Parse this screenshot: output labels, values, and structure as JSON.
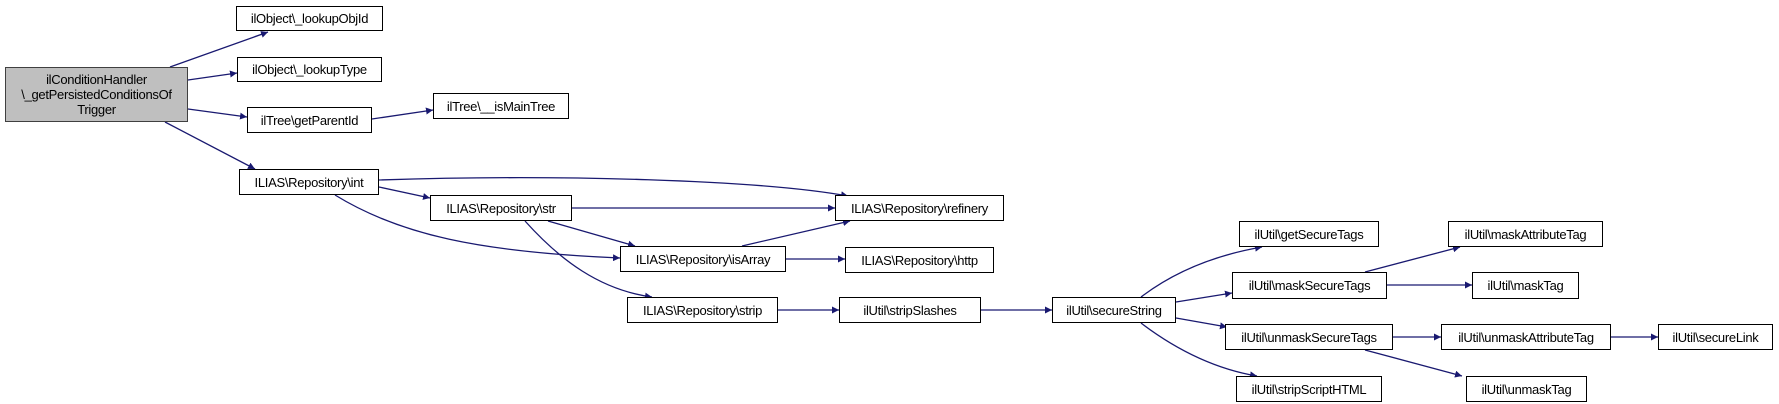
{
  "colors": {
    "edge": "#191970",
    "root_fill": "#bfbfbf",
    "node_fill": "#ffffff"
  },
  "nodes": {
    "root": {
      "lines": [
        "ilConditionHandler",
        "\\_getPersistedConditionsOf",
        "Trigger"
      ]
    },
    "lookupObjId": {
      "label": "ilObject\\_lookupObjId"
    },
    "lookupType": {
      "label": "ilObject\\_lookupType"
    },
    "getParentId": {
      "label": "ilTree\\getParentId"
    },
    "isMainTree": {
      "label": "ilTree\\__isMainTree"
    },
    "int": {
      "label": "ILIAS\\Repository\\int"
    },
    "str": {
      "label": "ILIAS\\Repository\\str"
    },
    "refinery": {
      "label": "ILIAS\\Repository\\refinery"
    },
    "isArray": {
      "label": "ILIAS\\Repository\\isArray"
    },
    "http": {
      "label": "ILIAS\\Repository\\http"
    },
    "strip": {
      "label": "ILIAS\\Repository\\strip"
    },
    "stripSlashes": {
      "label": "ilUtil\\stripSlashes"
    },
    "secureString": {
      "label": "ilUtil\\secureString"
    },
    "getSecureTags": {
      "label": "ilUtil\\getSecureTags"
    },
    "maskSecureTags": {
      "label": "ilUtil\\maskSecureTags"
    },
    "unmaskSecureTags": {
      "label": "ilUtil\\unmaskSecureTags"
    },
    "stripScriptHTML": {
      "label": "ilUtil\\stripScriptHTML"
    },
    "maskAttributeTag": {
      "label": "ilUtil\\maskAttributeTag"
    },
    "maskTag": {
      "label": "ilUtil\\maskTag"
    },
    "unmaskAttributeTag": {
      "label": "ilUtil\\unmaskAttributeTag"
    },
    "secureLink": {
      "label": "ilUtil\\secureLink"
    },
    "unmaskTag": {
      "label": "ilUtil\\unmaskTag"
    }
  },
  "edges": [
    [
      "root",
      "lookupObjId"
    ],
    [
      "root",
      "lookupType"
    ],
    [
      "root",
      "getParentId"
    ],
    [
      "root",
      "int"
    ],
    [
      "getParentId",
      "isMainTree"
    ],
    [
      "int",
      "refinery"
    ],
    [
      "int",
      "str"
    ],
    [
      "int",
      "isArray"
    ],
    [
      "str",
      "refinery"
    ],
    [
      "str",
      "isArray"
    ],
    [
      "str",
      "strip"
    ],
    [
      "isArray",
      "refinery"
    ],
    [
      "isArray",
      "http"
    ],
    [
      "strip",
      "stripSlashes"
    ],
    [
      "stripSlashes",
      "secureString"
    ],
    [
      "secureString",
      "getSecureTags"
    ],
    [
      "secureString",
      "maskSecureTags"
    ],
    [
      "secureString",
      "unmaskSecureTags"
    ],
    [
      "secureString",
      "stripScriptHTML"
    ],
    [
      "maskSecureTags",
      "maskAttributeTag"
    ],
    [
      "maskSecureTags",
      "maskTag"
    ],
    [
      "unmaskSecureTags",
      "unmaskAttributeTag"
    ],
    [
      "unmaskSecureTags",
      "unmaskTag"
    ],
    [
      "unmaskAttributeTag",
      "secureLink"
    ]
  ]
}
